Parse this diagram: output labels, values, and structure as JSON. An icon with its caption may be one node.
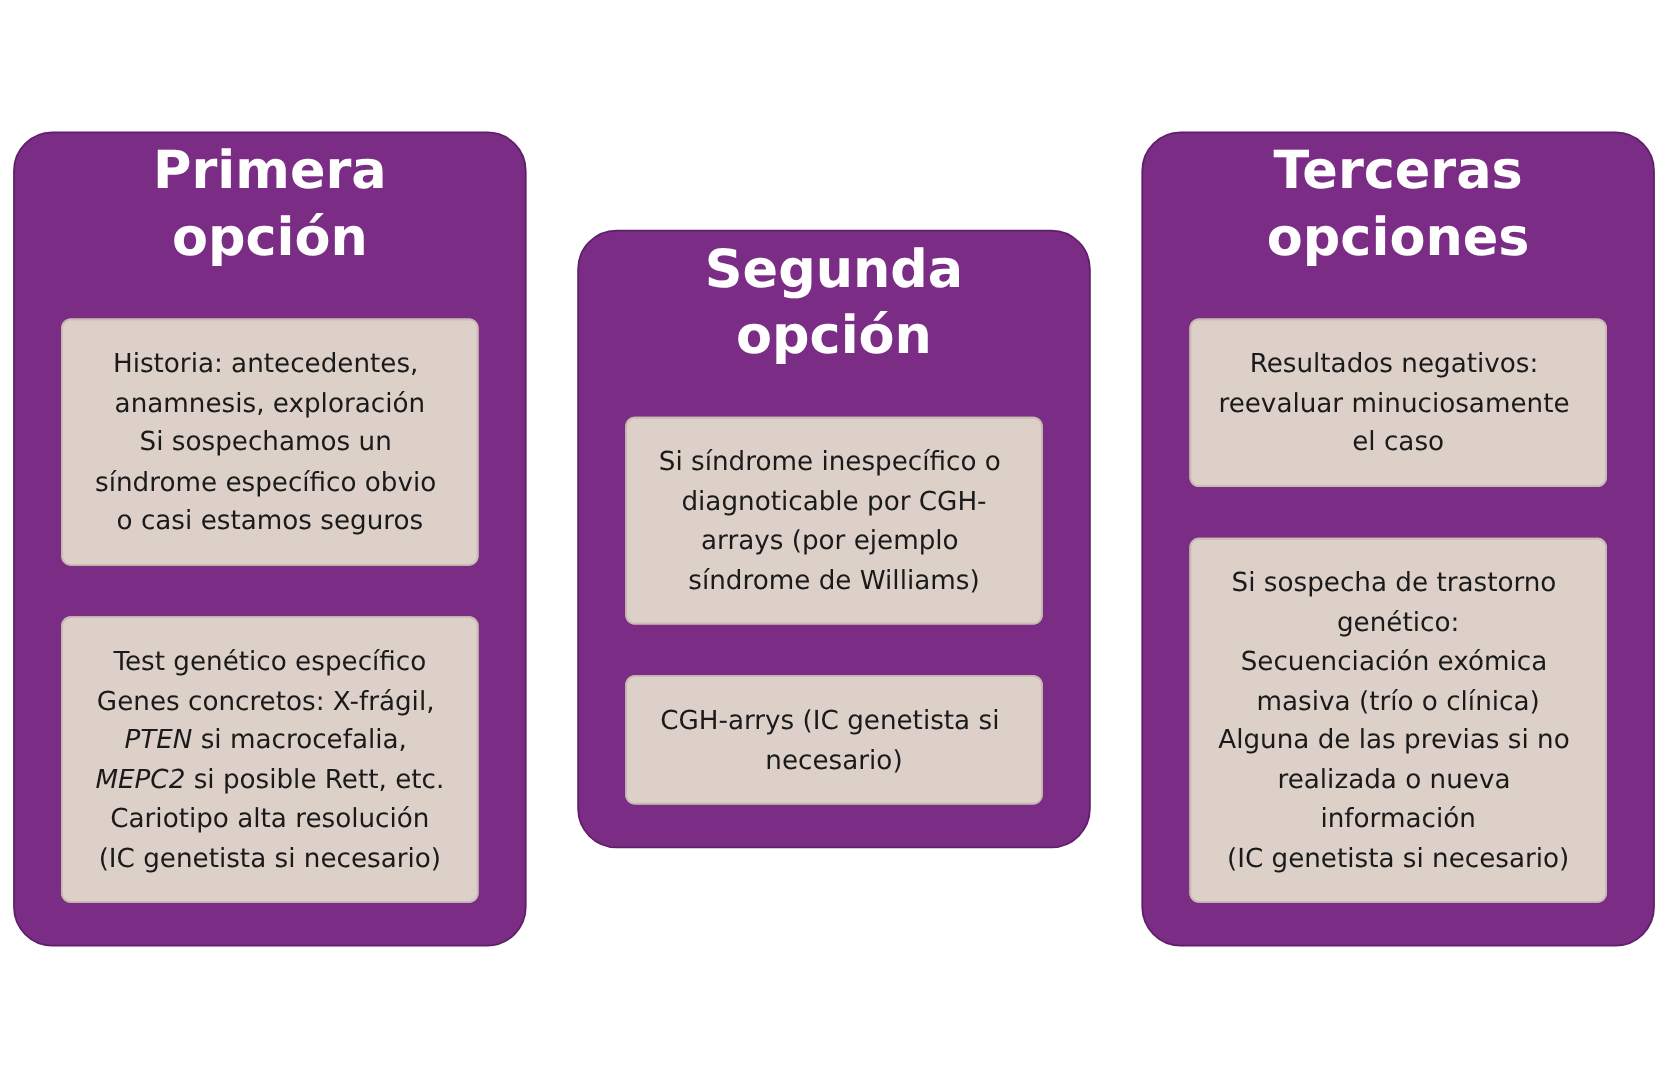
{
  "diagram": {
    "nodes": [
      {
        "text": [
          "Primera opción"
        ]
      },
      {
        "text": [
          "Historia: antecedentes, anamnesis, exploración",
          "Si sospechamos un síndrome específico obvio o casi estamos seguros"
        ],
        "in": 0
      },
      {
        "text": [
          "Test genético específico",
          "Genes concretos: X-frágil, *PTEN* si macrocefalia, *MEPC2* si posible Rett, etc.",
          "Cariotipo alta resolución",
          "(IC genetista si necesario)"
        ],
        "in": 0
      },
      {
        "text": [
          "Segunda opción"
        ]
      },
      {
        "text": [
          "Si síndrome inespecífico o diagnoticable por CGH-arrays (por ejemplo síndrome de Williams)"
        ],
        "in": 3
      },
      {
        "text": [
          "CGH-arrys (IC genetista si necesario)"
        ],
        "in": 3
      },
      {
        "text": [
          "Terceras opciones"
        ]
      },
      {
        "text": [
          "Resultados negativos: reevaluar minuciosamente el caso"
        ],
        "in": 6
      },
      {
        "text": [
          "Si sospecha de trastorno genético:",
          "Secuenciación exómica masiva (trío o clínica)",
          "Alguna de las previas si no realizada o nueva información",
          "(IC genetista si necesario)"
        ],
        "in": 6
      }
    ]
  }
}
